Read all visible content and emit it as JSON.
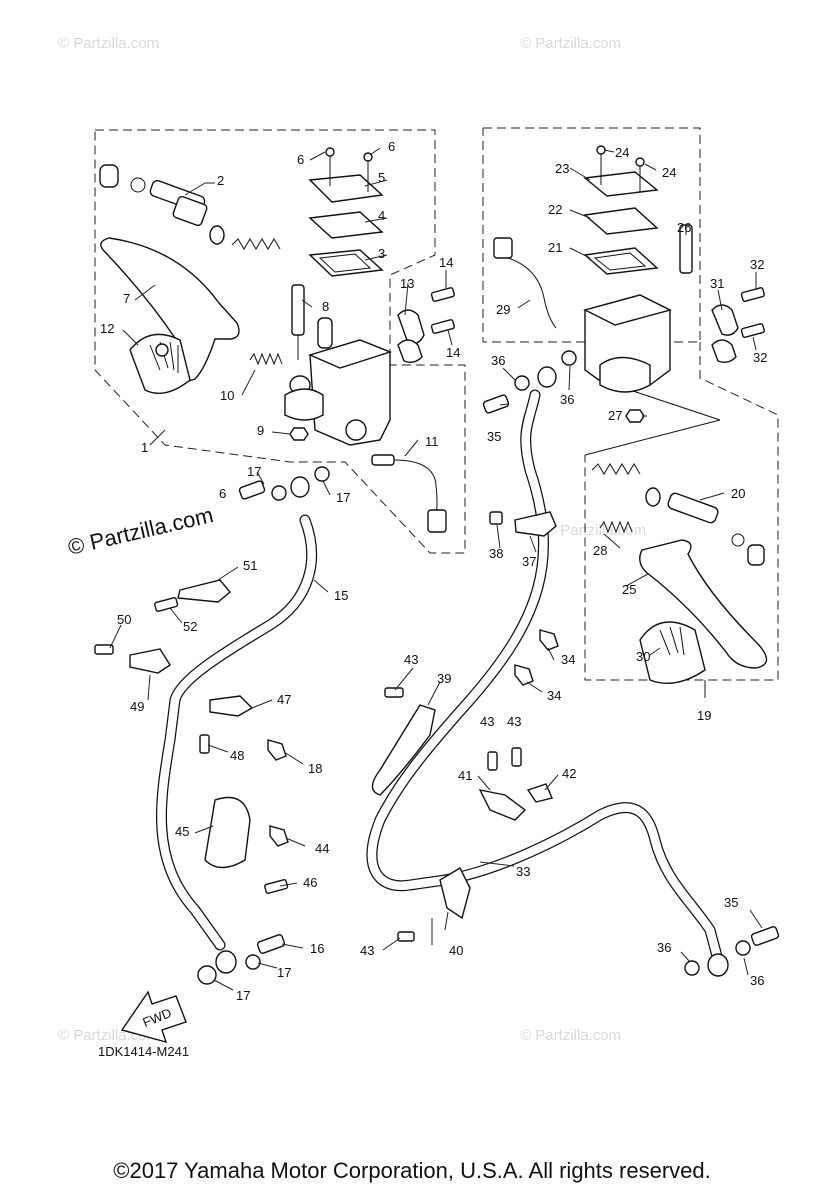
{
  "watermarks": {
    "faint": "© Partzilla.com",
    "bold": "© Partzilla.com"
  },
  "diagram_code": "1DK1414-M241",
  "fwd_label": "FWD",
  "copyright": "©2017  Yamaha Motor Corporation, U.S.A. All rights reserved.",
  "part_labels": {
    "p1": "1",
    "p2": "2",
    "p3": "3",
    "p4": "4",
    "p5": "5",
    "p6a": "6",
    "p6b": "6",
    "p7": "7",
    "p8": "8",
    "p9": "9",
    "p10": "10",
    "p11": "11",
    "p12": "12",
    "p13": "13",
    "p14a": "14",
    "p14b": "14",
    "p15": "15",
    "p16": "16",
    "p17a": "17",
    "p17b": "17",
    "p17c": "17",
    "p17d": "17",
    "p18": "18",
    "p19": "19",
    "p20": "20",
    "p21": "21",
    "p22": "22",
    "p23": "23",
    "p24a": "24",
    "p24b": "24",
    "p25": "25",
    "p26": "26",
    "p27": "27",
    "p28": "28",
    "p29": "29",
    "p30": "30",
    "p31": "31",
    "p32a": "32",
    "p32b": "32",
    "p33": "33",
    "p34a": "34",
    "p34b": "34",
    "p35a": "35",
    "p35b": "35",
    "p36a": "36",
    "p36b": "36",
    "p36c": "36",
    "p36d": "36",
    "p37": "37",
    "p38": "38",
    "p39": "39",
    "p40": "40",
    "p41": "41",
    "p42": "42",
    "p43a": "43",
    "p43b": "43",
    "p43c": "43",
    "p43d": "43",
    "p44": "44",
    "p45": "45",
    "p46": "46",
    "p47": "47",
    "p48": "48",
    "p49": "49",
    "p50": "50",
    "p51": "51",
    "p52": "52",
    "p6c": "6"
  }
}
